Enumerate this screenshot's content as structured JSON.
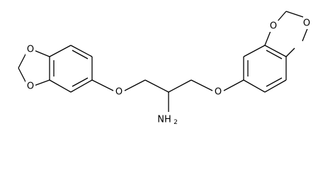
{
  "diagram": {
    "oxygen_label": "O",
    "amine_label": "NH",
    "amine_subscript": "2",
    "colors": {
      "bond": "#000000",
      "background": "#ffffff"
    }
  }
}
